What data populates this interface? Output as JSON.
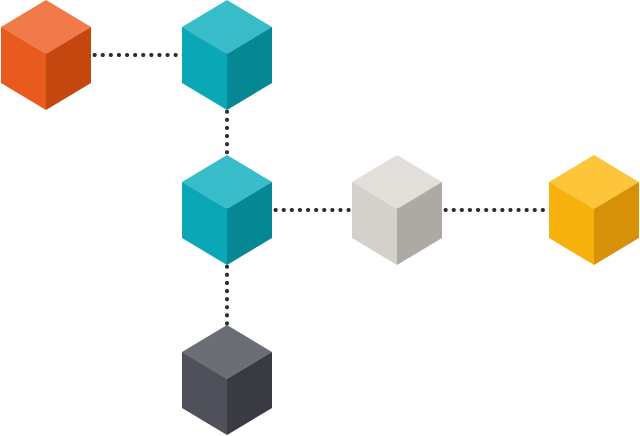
{
  "nodes": [
    {
      "id": "orange",
      "name": "orange-cube",
      "colors": {
        "top": "#F07A4A",
        "left": "#E85A1E",
        "right": "#C44710"
      }
    },
    {
      "id": "teal-top",
      "name": "teal-cube-top",
      "colors": {
        "top": "#38BCC9",
        "left": "#0AA8B6",
        "right": "#068794"
      }
    },
    {
      "id": "teal-mid",
      "name": "teal-cube-middle",
      "colors": {
        "top": "#38BCC9",
        "left": "#0AA8B6",
        "right": "#068794"
      }
    },
    {
      "id": "gray-light",
      "name": "light-gray-cube",
      "colors": {
        "top": "#E2DFDA",
        "left": "#D4D1CB",
        "right": "#ADAAA4"
      }
    },
    {
      "id": "yellow",
      "name": "yellow-cube",
      "colors": {
        "top": "#FCC53A",
        "left": "#F7B10D",
        "right": "#D69108"
      }
    },
    {
      "id": "gray-dark",
      "name": "dark-gray-cube",
      "colors": {
        "top": "#6C6E76",
        "left": "#4F5059",
        "right": "#3A3B42"
      }
    }
  ],
  "edges": [
    {
      "from": "orange",
      "to": "teal-top"
    },
    {
      "from": "teal-top",
      "to": "teal-mid"
    },
    {
      "from": "teal-mid",
      "to": "gray-light"
    },
    {
      "from": "gray-light",
      "to": "yellow"
    },
    {
      "from": "teal-mid",
      "to": "gray-dark"
    }
  ],
  "connector_color": "#2B2D33"
}
